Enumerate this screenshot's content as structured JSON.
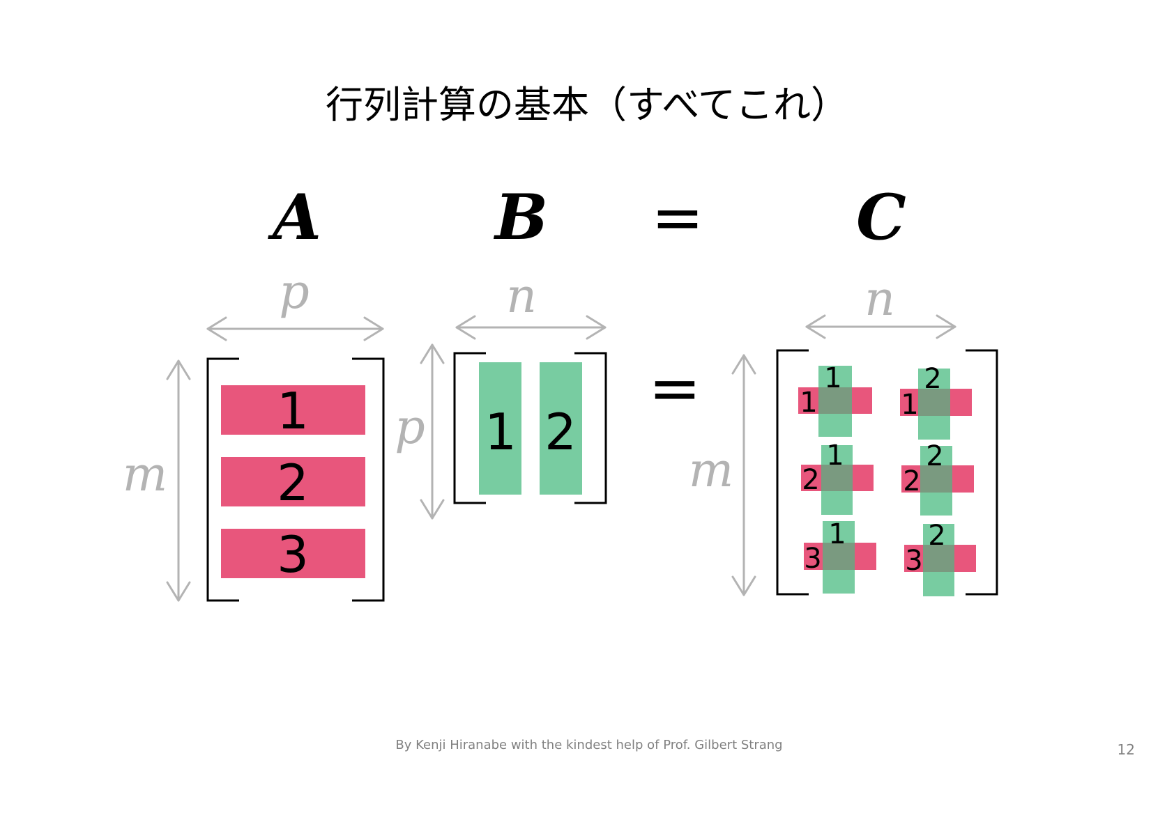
{
  "title": "行列計算の基本（すべてこれ）",
  "labels": {
    "A": "A",
    "B": "B",
    "C": "C",
    "equals": "="
  },
  "dimensions": {
    "A_cols": "p",
    "A_rows": "m",
    "B_cols": "n",
    "B_rows": "p",
    "C_cols": "n",
    "C_rows": "m"
  },
  "matrix_A": {
    "rows": [
      "1",
      "2",
      "3"
    ]
  },
  "matrix_B": {
    "cols": [
      "1",
      "2"
    ]
  },
  "matrix_C": {
    "cells": [
      {
        "row": "1",
        "col": "1"
      },
      {
        "row": "1",
        "col": "2"
      },
      {
        "row": "2",
        "col": "1"
      },
      {
        "row": "2",
        "col": "2"
      },
      {
        "row": "3",
        "col": "1"
      },
      {
        "row": "3",
        "col": "2"
      }
    ]
  },
  "colors": {
    "row_color": "#e8567c",
    "col_color": "#78cca1",
    "overlap_color": "#7a9a80",
    "dim_color": "#b3b3b3"
  },
  "footer": "By Kenji Hiranabe with the kindest help of Prof. Gilbert Strang",
  "page_number": "12"
}
